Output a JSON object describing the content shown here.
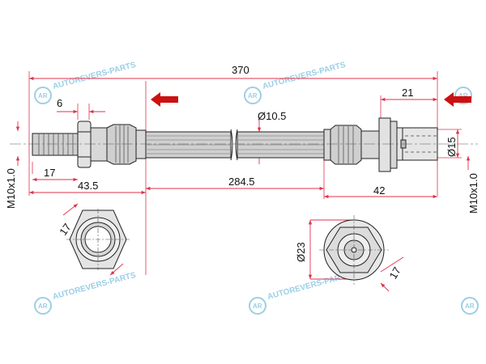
{
  "diagram": {
    "dimensions": {
      "total_length": "370",
      "nut_width_left": "6",
      "thread_length_left": "17",
      "left_fitting_length": "43.5",
      "hose_diameter": "Ø10.5",
      "hose_length": "284.5",
      "right_fitting_tip": "21",
      "right_fitting_length": "42",
      "right_fitting_diameter": "Ø15",
      "thread_left": "M10x1.0",
      "thread_right": "M10x1.0",
      "hex_left": "17",
      "hex_right": "17",
      "flange_diameter": "Ø23"
    },
    "watermark": {
      "text": "AUTOREVERS-PARTS",
      "logo": "AR"
    },
    "colors": {
      "dimension_line": "#e0324b",
      "arrow": "#cc1111",
      "outline": "#222222",
      "watermark": "#9ccfe6"
    }
  }
}
